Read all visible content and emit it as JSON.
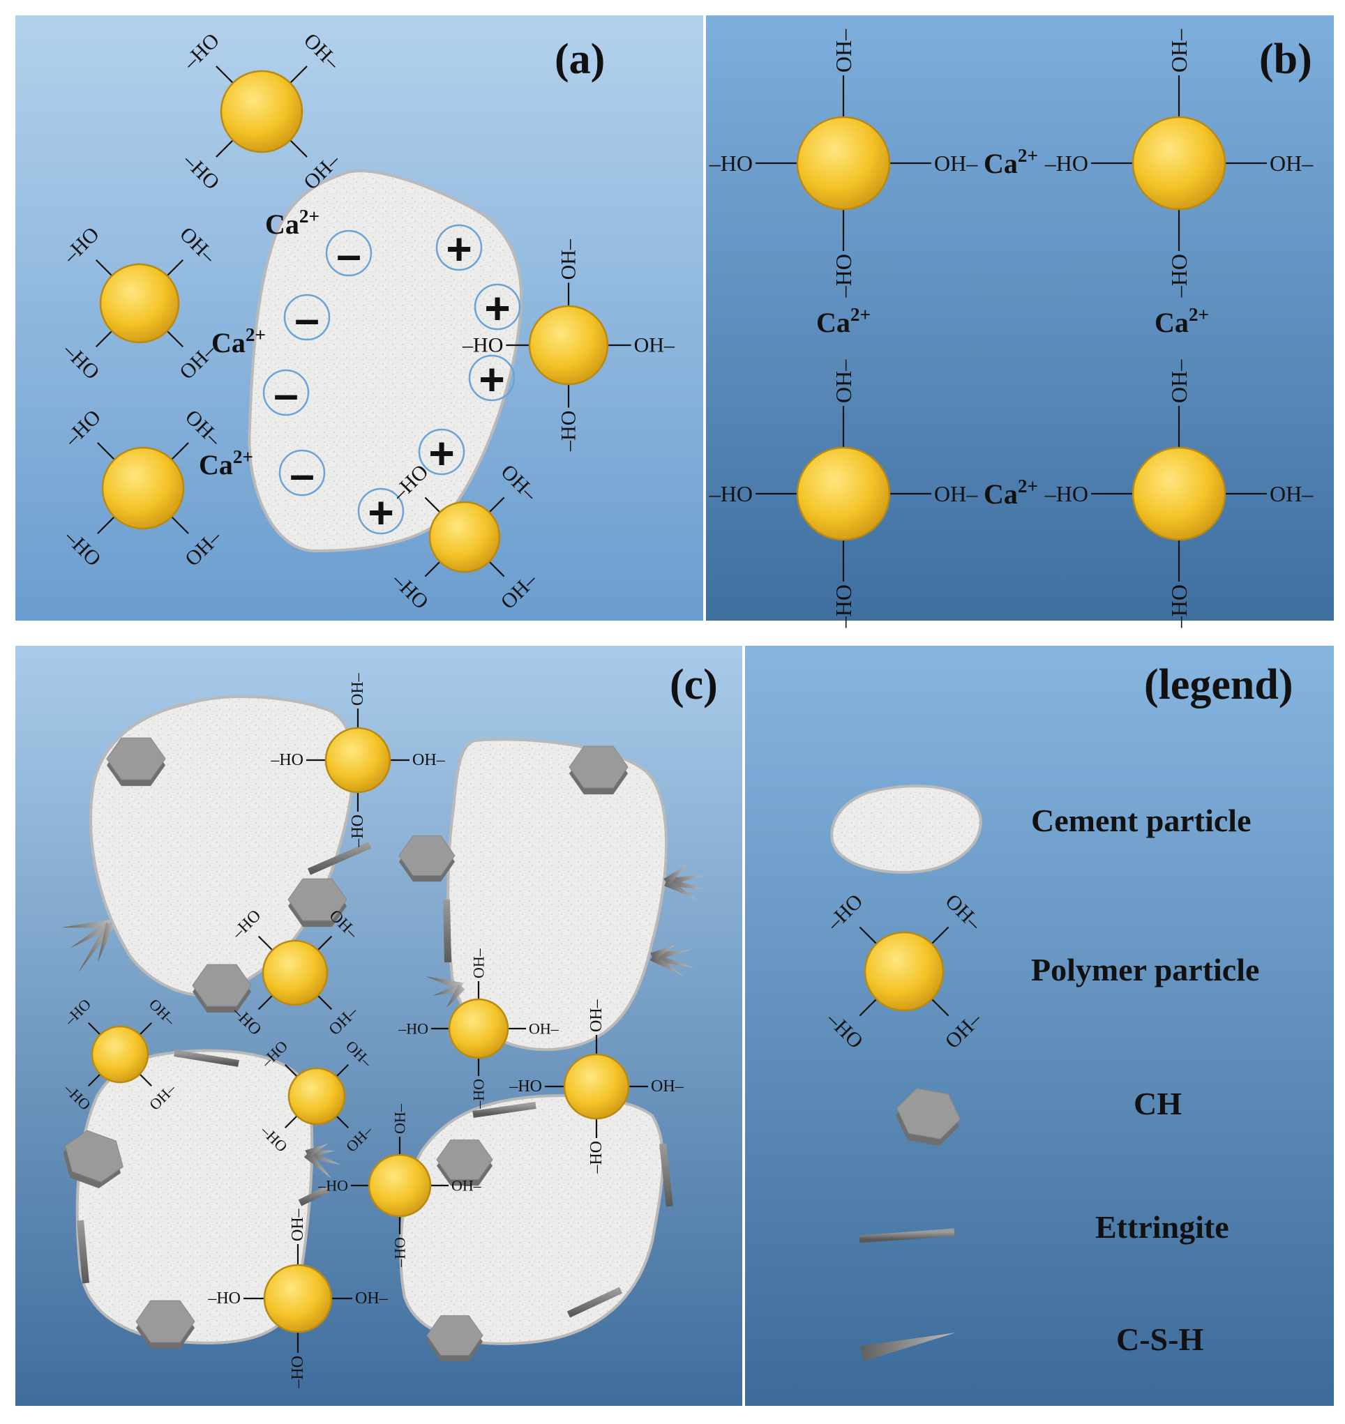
{
  "panels": {
    "a": {
      "label": "(a)"
    },
    "b": {
      "label": "(b)"
    },
    "c": {
      "label": "(c)"
    },
    "legend": {
      "label": "(legend)"
    }
  },
  "chem": {
    "oh": "OH–",
    "ho": "–HO",
    "ca_base": "Ca",
    "ca_sup": "2+",
    "minus": "–",
    "plus": "+"
  },
  "legend": {
    "cement": "Cement particle",
    "polymer": "Polymer particle",
    "ch": "CH",
    "ettringite": "Ettringite",
    "csh": "C-S-H"
  },
  "colors": {
    "polymer_fill": "#f2c42a",
    "cement_fill": "#ebebea",
    "ch_fill": "#9a9a9a",
    "charge_ring": "#6aa3d8"
  }
}
